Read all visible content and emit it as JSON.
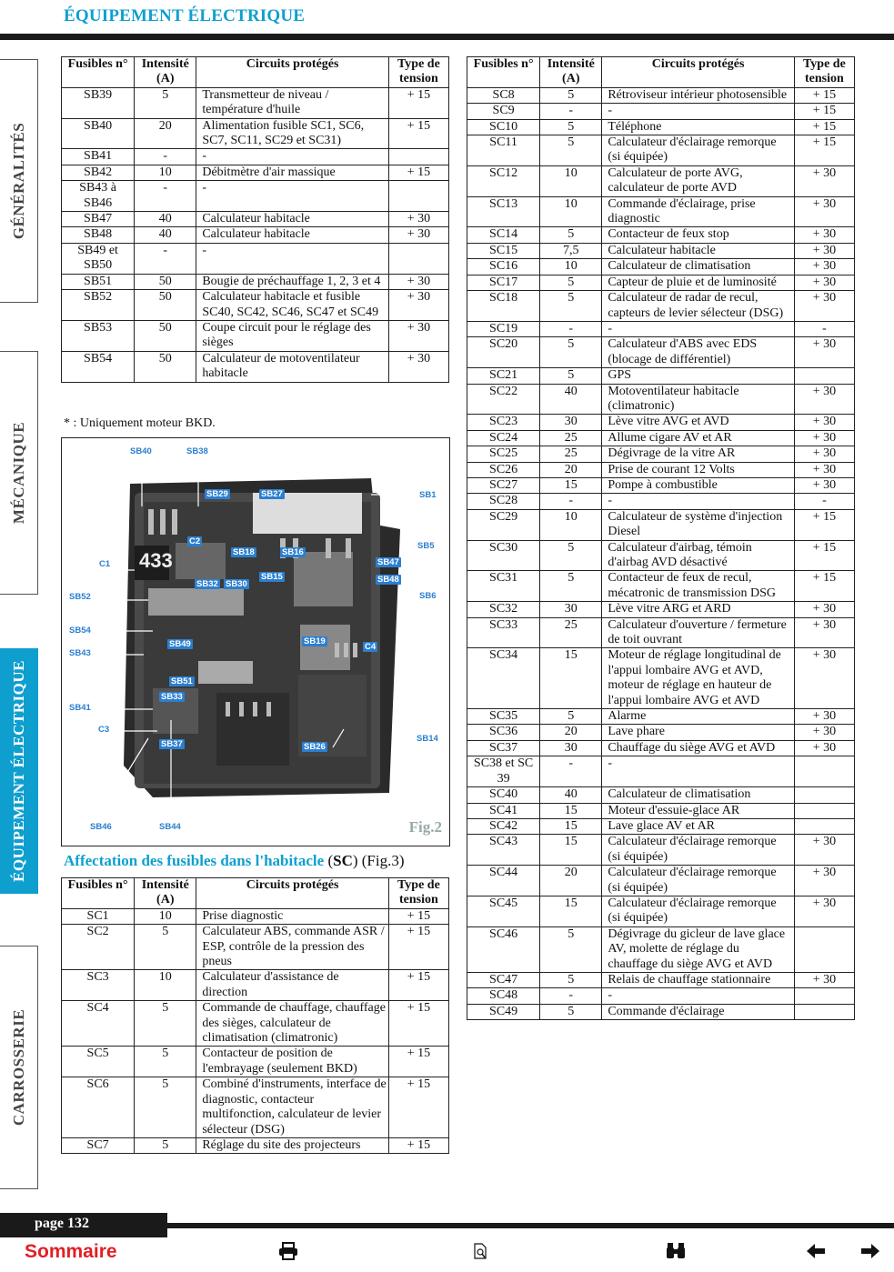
{
  "header": "ÉQUIPEMENT ÉLECTRIQUE",
  "sidebar": [
    "GÉNÉRALITÉS",
    "MÉCANIQUE",
    "ÉQUIPEMENT ÉLECTRIQUE",
    "CARROSSERIE"
  ],
  "columns": [
    "Fusibles n°",
    "Intensité (A)",
    "Circuits protégés",
    "Type de tension"
  ],
  "sb_table": [
    [
      "SB39",
      "5",
      "Transmetteur de niveau / température d'huile",
      "+ 15"
    ],
    [
      "SB40",
      "20",
      "Alimentation fusible SC1, SC6, SC7, SC11, SC29 et SC31)",
      "+ 15"
    ],
    [
      "SB41",
      "-",
      "-",
      ""
    ],
    [
      "SB42",
      "10",
      "Débitmètre d'air massique",
      "+ 15"
    ],
    [
      "SB43 à SB46",
      "-",
      "-",
      ""
    ],
    [
      "SB47",
      "40",
      "Calculateur habitacle",
      "+ 30"
    ],
    [
      "SB48",
      "40",
      "Calculateur habitacle",
      "+ 30"
    ],
    [
      "SB49 et SB50",
      "-",
      "-",
      ""
    ],
    [
      "SB51",
      "50",
      "Bougie de préchauffage 1, 2, 3 et 4",
      "+ 30"
    ],
    [
      "SB52",
      "50",
      "Calculateur habitacle et fusible SC40, SC42, SC46, SC47 et SC49",
      "+ 30"
    ],
    [
      "SB53",
      "50",
      "Coupe circuit pour le réglage des sièges",
      "+ 30"
    ],
    [
      "SB54",
      "50",
      "Calculateur de motoventilateur habitacle",
      "+ 30"
    ]
  ],
  "note": "* : Uniquement moteur BKD.",
  "figure": {
    "label": "Fig.2",
    "display_433": "433",
    "callouts": [
      "SB40",
      "SB38",
      "SB29",
      "SB27",
      "SB1",
      "C2",
      "SB5",
      "C1",
      "SB18",
      "SB16",
      "SB47",
      "SB32",
      "SB30",
      "SB15",
      "SB48",
      "SB52",
      "SB6",
      "SB54",
      "SB49",
      "SB19",
      "C4",
      "SB43",
      "SB51",
      "SB33",
      "SB41",
      "C3",
      "SB37",
      "SB26",
      "SB14",
      "SB46",
      "SB44"
    ]
  },
  "section": {
    "title": "Affectation des fusibles dans l'habitacle",
    "code": "SC",
    "ref": "(Fig.3)"
  },
  "sc_table_left": [
    [
      "SC1",
      "10",
      "Prise diagnostic",
      "+ 15"
    ],
    [
      "SC2",
      "5",
      "Calculateur ABS, commande ASR / ESP, contrôle de la pression des pneus",
      "+ 15"
    ],
    [
      "SC3",
      "10",
      "Calculateur d'assistance de direction",
      "+ 15"
    ],
    [
      "SC4",
      "5",
      "Commande de chauffage, chauffage des sièges, calculateur de climatisation (climatronic)",
      "+ 15"
    ],
    [
      "SC5",
      "5",
      "Contacteur de position de l'embrayage (seulement BKD)",
      "+ 15"
    ],
    [
      "SC6",
      "5",
      "Combiné d'instruments, interface de diagnostic, contacteur multifonction, calculateur de levier sélecteur (DSG)",
      "+ 15"
    ],
    [
      "SC7",
      "5",
      "Réglage du site des projecteurs",
      "+ 15"
    ]
  ],
  "sc_table_right": [
    [
      "SC8",
      "5",
      "Rétroviseur intérieur photosensible",
      "+ 15"
    ],
    [
      "SC9",
      "-",
      "-",
      "+ 15"
    ],
    [
      "SC10",
      "5",
      "Téléphone",
      "+ 15"
    ],
    [
      "SC11",
      "5",
      "Calculateur d'éclairage remorque (si équipée)",
      "+ 15"
    ],
    [
      "SC12",
      "10",
      "Calculateur de porte AVG, calculateur de porte AVD",
      "+ 30"
    ],
    [
      "SC13",
      "10",
      "Commande d'éclairage, prise diagnostic",
      "+ 30"
    ],
    [
      "SC14",
      "5",
      "Contacteur de feux stop",
      "+ 30"
    ],
    [
      "SC15",
      "7,5",
      "Calculateur habitacle",
      "+ 30"
    ],
    [
      "SC16",
      "10",
      "Calculateur de climatisation",
      "+ 30"
    ],
    [
      "SC17",
      "5",
      "Capteur de pluie et de luminosité",
      "+ 30"
    ],
    [
      "SC18",
      "5",
      "Calculateur de radar de recul, capteurs de levier sélecteur (DSG)",
      "+ 30"
    ],
    [
      "SC19",
      "-",
      "-",
      "-"
    ],
    [
      "SC20",
      "5",
      "Calculateur d'ABS avec EDS (blocage de différentiel)",
      "+ 30"
    ],
    [
      "SC21",
      "5",
      "GPS",
      ""
    ],
    [
      "SC22",
      "40",
      "Motoventilateur habitacle (climatronic)",
      "+ 30"
    ],
    [
      "SC23",
      "30",
      "Lève vitre AVG et AVD",
      "+ 30"
    ],
    [
      "SC24",
      "25",
      "Allume cigare AV et AR",
      "+ 30"
    ],
    [
      "SC25",
      "25",
      "Dégivrage de la vitre AR",
      "+ 30"
    ],
    [
      "SC26",
      "20",
      "Prise de courant 12 Volts",
      "+ 30"
    ],
    [
      "SC27",
      "15",
      "Pompe à combustible",
      "+ 30"
    ],
    [
      "SC28",
      "-",
      "-",
      "-"
    ],
    [
      "SC29",
      "10",
      "Calculateur de système d'injection Diesel",
      "+ 15"
    ],
    [
      "SC30",
      "5",
      "Calculateur d'airbag, témoin d'airbag AVD désactivé",
      "+ 15"
    ],
    [
      "SC31",
      "5",
      "Contacteur de feux de recul, mécatronic de transmission DSG",
      "+ 15"
    ],
    [
      "SC32",
      "30",
      "Lève vitre ARG et ARD",
      "+ 30"
    ],
    [
      "SC33",
      "25",
      "Calculateur d'ouverture / fermeture de toit ouvrant",
      "+ 30"
    ],
    [
      "SC34",
      "15",
      "Moteur de réglage longitudinal de l'appui lombaire AVG et AVD, moteur de réglage en hauteur de l'appui lombaire AVG et AVD",
      "+ 30"
    ],
    [
      "SC35",
      "5",
      "Alarme",
      "+ 30"
    ],
    [
      "SC36",
      "20",
      "Lave phare",
      "+ 30"
    ],
    [
      "SC37",
      "30",
      "Chauffage du siège AVG et AVD",
      "+ 30"
    ],
    [
      "SC38 et SC 39",
      "-",
      "-",
      ""
    ],
    [
      "SC40",
      "40",
      "Calculateur de climatisation",
      ""
    ],
    [
      "SC41",
      "15",
      "Moteur d'essuie-glace AR",
      ""
    ],
    [
      "SC42",
      "15",
      "Lave glace AV et AR",
      ""
    ],
    [
      "SC43",
      "15",
      "Calculateur d'éclairage remorque (si équipée)",
      "+ 30"
    ],
    [
      "SC44",
      "20",
      "Calculateur d'éclairage remorque (si équipée)",
      "+ 30"
    ],
    [
      "SC45",
      "15",
      "Calculateur d'éclairage remorque (si équipée)",
      "+ 30"
    ],
    [
      "SC46",
      "5",
      "Dégivrage du gicleur de lave glace AV, molette de réglage du chauffage du siège AVG et AVD",
      ""
    ],
    [
      "SC47",
      "5",
      "Relais de chauffage stationnaire",
      "+ 30"
    ],
    [
      "SC48",
      "-",
      "-",
      ""
    ],
    [
      "SC49",
      "5",
      "Commande d'éclairage",
      ""
    ]
  ],
  "footer": {
    "page": "page 132",
    "sommaire": "Sommaire"
  },
  "icons": [
    "printer-icon",
    "search-document-icon",
    "binoculars-icon",
    "arrow-left-icon",
    "arrow-right-icon"
  ]
}
